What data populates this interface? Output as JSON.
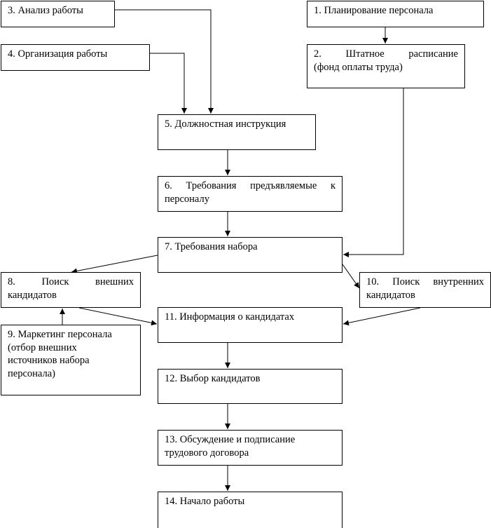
{
  "nodes": {
    "n1": {
      "lines": [
        "1. Планирование персонала"
      ]
    },
    "n2": {
      "lines": [
        "2. Штатное расписание",
        "(фонд оплаты труда)"
      ]
    },
    "n3": {
      "lines": [
        "3. Анализ работы"
      ]
    },
    "n4": {
      "lines": [
        "4. Организация работы"
      ]
    },
    "n5": {
      "lines": [
        "5. Должностная инструкция"
      ]
    },
    "n6": {
      "lines": [
        "6. Требования предъявляемые к",
        "персоналу"
      ]
    },
    "n7": {
      "lines": [
        "7. Требования набора"
      ]
    },
    "n8": {
      "lines": [
        "8. Поиск внешних",
        "кандидатов"
      ]
    },
    "n9": {
      "lines": [
        "9. Маркетинг персонала",
        "(отбор внешних",
        "источников набора",
        "персонала)"
      ]
    },
    "n10": {
      "lines": [
        "10. Поиск внутренних",
        "кандидатов"
      ]
    },
    "n11": {
      "lines": [
        "11. Информация о кандидатах"
      ]
    },
    "n12": {
      "lines": [
        "12. Выбор кандидатов"
      ]
    },
    "n13": {
      "lines": [
        "13. Обсуждение и подписание",
        "трудового договора"
      ]
    },
    "n14": {
      "lines": [
        "14. Начало работы"
      ]
    }
  },
  "edges": [
    {
      "from": "n1",
      "to": "n2"
    },
    {
      "from": "n2",
      "to": "n7"
    },
    {
      "from": "n3",
      "to": "n5"
    },
    {
      "from": "n4",
      "to": "n5"
    },
    {
      "from": "n5",
      "to": "n6"
    },
    {
      "from": "n6",
      "to": "n7"
    },
    {
      "from": "n7",
      "to": "n8"
    },
    {
      "from": "n7",
      "to": "n10"
    },
    {
      "from": "n9",
      "to": "n8"
    },
    {
      "from": "n8",
      "to": "n11"
    },
    {
      "from": "n10",
      "to": "n11"
    },
    {
      "from": "n11",
      "to": "n12"
    },
    {
      "from": "n12",
      "to": "n13"
    },
    {
      "from": "n13",
      "to": "n14"
    }
  ]
}
